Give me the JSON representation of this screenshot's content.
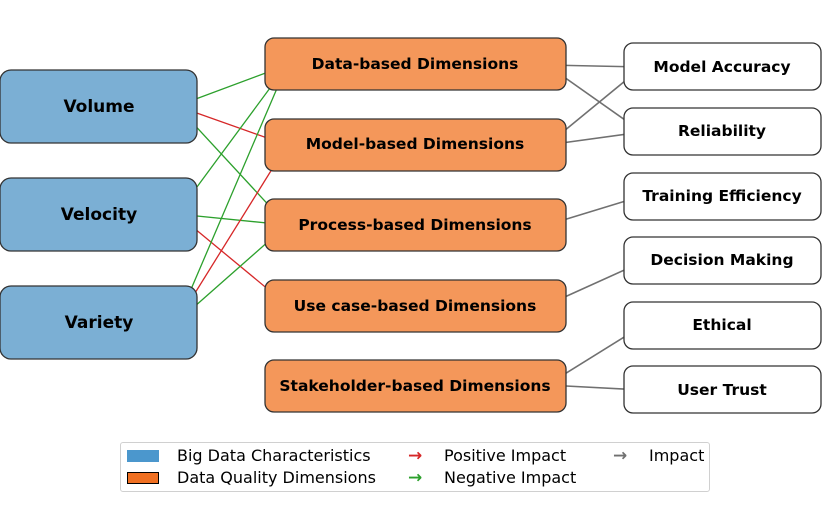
{
  "nodes": {
    "volume": "Volume",
    "velocity": "Velocity",
    "variety": "Variety",
    "data_based": "Data-based Dimensions",
    "model_based": "Model-based Dimensions",
    "process_based": "Process-based Dimensions",
    "use_case_based": "Use case-based Dimensions",
    "stakeholder_based": "Stakeholder-based Dimensions",
    "model_accuracy": "Model Accuracy",
    "reliability": "Reliability",
    "training_efficiency": "Training Efficiency",
    "decision_making": "Decision Making",
    "ethical": "Ethical",
    "user_trust": "User Trust"
  },
  "legend": {
    "big_data": "Big Data Characteristics",
    "dq_dimensions": "Data Quality Dimensions",
    "positive": "Positive Impact",
    "negative": "Negative Impact",
    "impact": "Impact"
  },
  "colors": {
    "big_data_fill": "#7bafd4",
    "dq_fill": "#f4975a",
    "outcome_fill": "#ffffff",
    "positive": "#d62728",
    "negative": "#2ca02c",
    "impact": "#707070",
    "legend_big_data": "#4b97cd",
    "legend_dq": "#f07022"
  },
  "edges": [
    {
      "from": "volume",
      "to": "data_based",
      "type": "negative"
    },
    {
      "from": "volume",
      "to": "model_based",
      "type": "positive"
    },
    {
      "from": "volume",
      "to": "process_based",
      "type": "negative"
    },
    {
      "from": "velocity",
      "to": "data_based",
      "type": "negative"
    },
    {
      "from": "velocity",
      "to": "process_based",
      "type": "negative"
    },
    {
      "from": "velocity",
      "to": "use_case_based",
      "type": "positive"
    },
    {
      "from": "variety",
      "to": "data_based",
      "type": "negative"
    },
    {
      "from": "variety",
      "to": "model_based",
      "type": "positive"
    },
    {
      "from": "variety",
      "to": "process_based",
      "type": "negative"
    },
    {
      "from": "data_based",
      "to": "model_accuracy",
      "type": "impact"
    },
    {
      "from": "data_based",
      "to": "reliability",
      "type": "impact"
    },
    {
      "from": "model_based",
      "to": "model_accuracy",
      "type": "impact"
    },
    {
      "from": "model_based",
      "to": "reliability",
      "type": "impact"
    },
    {
      "from": "process_based",
      "to": "training_efficiency",
      "type": "impact"
    },
    {
      "from": "use_case_based",
      "to": "decision_making",
      "type": "impact"
    },
    {
      "from": "stakeholder_based",
      "to": "ethical",
      "type": "impact"
    },
    {
      "from": "stakeholder_based",
      "to": "user_trust",
      "type": "impact"
    }
  ]
}
